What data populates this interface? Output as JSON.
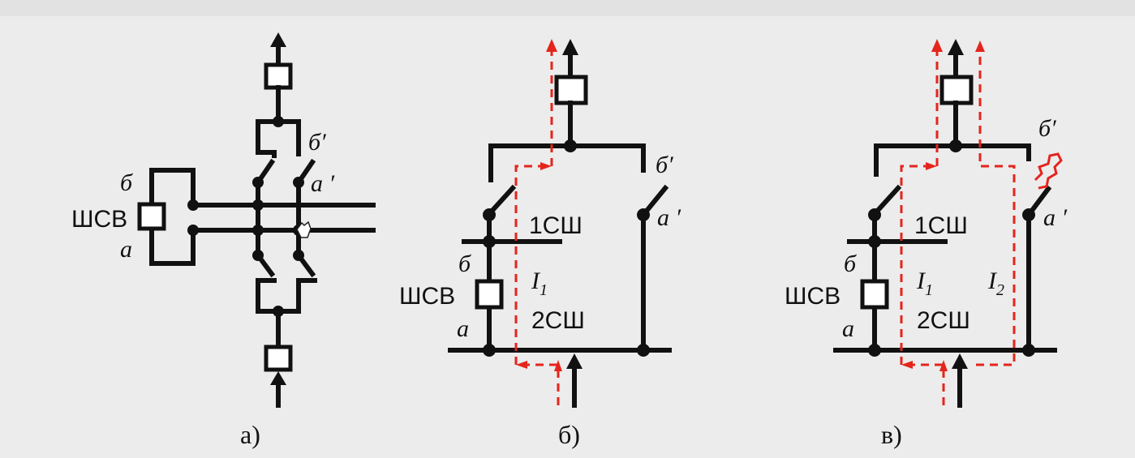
{
  "diagram_a": {
    "caption": "а)",
    "label_b": "б",
    "label_a": "а",
    "label_b_prime": "б′",
    "label_a_prime": "а ′",
    "label_shsv": "ШСВ"
  },
  "diagram_b": {
    "caption": "б)",
    "label_b": "б",
    "label_a": "а",
    "label_b_prime": "б′",
    "label_a_prime": "а ′",
    "label_shsv": "ШСВ",
    "label_bus1": "1СШ",
    "label_bus2": "2СШ",
    "label_i": "I",
    "label_i_sub": "1"
  },
  "diagram_c": {
    "caption": "в)",
    "label_b": "б",
    "label_a": "а",
    "label_b_prime": "б′",
    "label_a_prime": "а ′",
    "label_shsv": "ШСВ",
    "label_bus1": "1СШ",
    "label_bus2": "2СШ",
    "label_i1": "I",
    "label_i1_sub": "1",
    "label_i2": "I",
    "label_i2_sub": "2"
  },
  "colors": {
    "line": "#111111",
    "current_path": "#e4251c",
    "background": "#ececec"
  }
}
